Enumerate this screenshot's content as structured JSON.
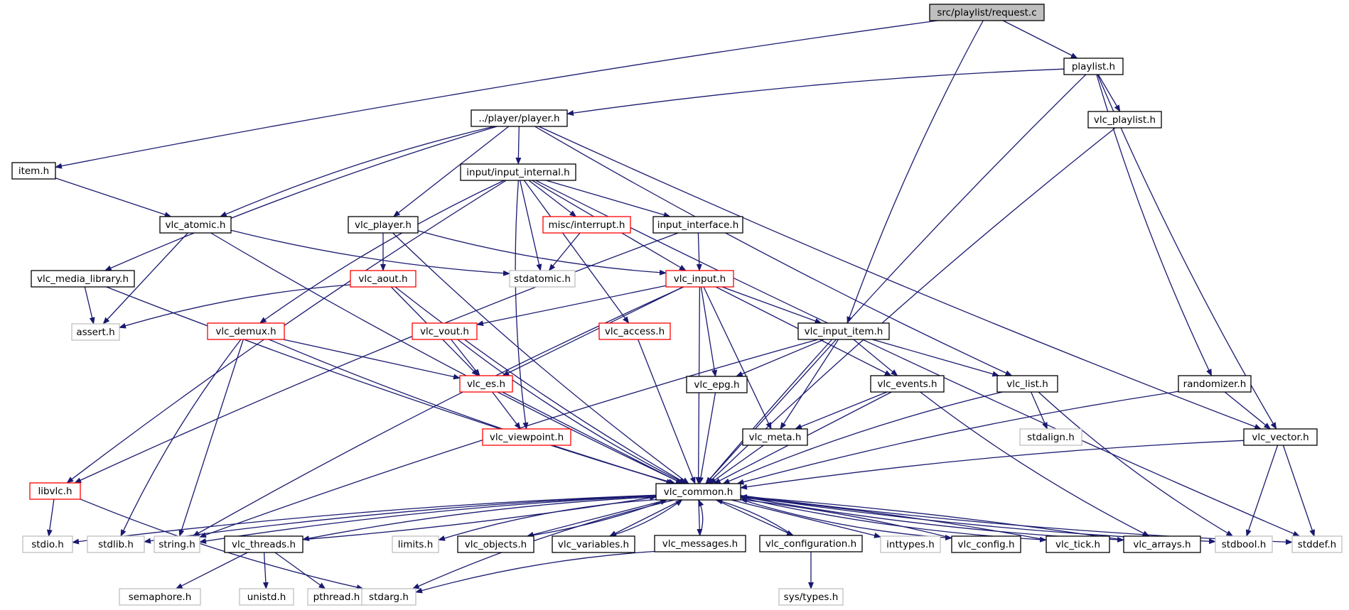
{
  "root": "src/playlist/request.c",
  "nodes": [
    {
      "id": "request_c",
      "label": "src/playlist/request.c",
      "style": "root"
    },
    {
      "id": "playlist_h",
      "label": "playlist.h",
      "style": "normal"
    },
    {
      "id": "player_h",
      "label": "../player/player.h",
      "style": "normal"
    },
    {
      "id": "vlc_playlist_h",
      "label": "vlc_playlist.h",
      "style": "normal"
    },
    {
      "id": "item_h",
      "label": "item.h",
      "style": "normal"
    },
    {
      "id": "input_internal_h",
      "label": "input/input_internal.h",
      "style": "normal"
    },
    {
      "id": "vlc_atomic_h",
      "label": "vlc_atomic.h",
      "style": "normal"
    },
    {
      "id": "vlc_player_h",
      "label": "vlc_player.h",
      "style": "normal"
    },
    {
      "id": "misc_interrupt_h",
      "label": "misc/interrupt.h",
      "style": "truncated"
    },
    {
      "id": "input_interface_h",
      "label": "input_interface.h",
      "style": "normal"
    },
    {
      "id": "vlc_media_library_h",
      "label": "vlc_media_library.h",
      "style": "normal"
    },
    {
      "id": "vlc_aout_h",
      "label": "vlc_aout.h",
      "style": "truncated"
    },
    {
      "id": "stdatomic_h",
      "label": "stdatomic.h",
      "style": "system"
    },
    {
      "id": "vlc_input_h",
      "label": "vlc_input.h",
      "style": "truncated"
    },
    {
      "id": "assert_h",
      "label": "assert.h",
      "style": "system"
    },
    {
      "id": "vlc_demux_h",
      "label": "vlc_demux.h",
      "style": "truncated"
    },
    {
      "id": "vlc_vout_h",
      "label": "vlc_vout.h",
      "style": "truncated"
    },
    {
      "id": "vlc_access_h",
      "label": "vlc_access.h",
      "style": "truncated"
    },
    {
      "id": "vlc_input_item_h",
      "label": "vlc_input_item.h",
      "style": "normal"
    },
    {
      "id": "randomizer_h",
      "label": "randomizer.h",
      "style": "normal"
    },
    {
      "id": "vlc_es_h",
      "label": "vlc_es.h",
      "style": "truncated"
    },
    {
      "id": "vlc_epg_h",
      "label": "vlc_epg.h",
      "style": "normal"
    },
    {
      "id": "vlc_events_h",
      "label": "vlc_events.h",
      "style": "normal"
    },
    {
      "id": "vlc_list_h",
      "label": "vlc_list.h",
      "style": "normal"
    },
    {
      "id": "vlc_viewpoint_h",
      "label": "vlc_viewpoint.h",
      "style": "truncated"
    },
    {
      "id": "vlc_meta_h",
      "label": "vlc_meta.h",
      "style": "normal"
    },
    {
      "id": "stdalign_h",
      "label": "stdalign.h",
      "style": "system"
    },
    {
      "id": "vlc_vector_h",
      "label": "vlc_vector.h",
      "style": "normal"
    },
    {
      "id": "libvlc_h",
      "label": "libvlc.h",
      "style": "truncated"
    },
    {
      "id": "vlc_common_h",
      "label": "vlc_common.h",
      "style": "normal"
    },
    {
      "id": "stdio_h",
      "label": "stdio.h",
      "style": "system"
    },
    {
      "id": "stdlib_h",
      "label": "stdlib.h",
      "style": "system"
    },
    {
      "id": "string_h",
      "label": "string.h",
      "style": "system"
    },
    {
      "id": "vlc_threads_h",
      "label": "vlc_threads.h",
      "style": "normal"
    },
    {
      "id": "limits_h",
      "label": "limits.h",
      "style": "system"
    },
    {
      "id": "vlc_objects_h",
      "label": "vlc_objects.h",
      "style": "normal"
    },
    {
      "id": "vlc_variables_h",
      "label": "vlc_variables.h",
      "style": "normal"
    },
    {
      "id": "vlc_messages_h",
      "label": "vlc_messages.h",
      "style": "normal"
    },
    {
      "id": "vlc_configuration_h",
      "label": "vlc_configuration.h",
      "style": "normal"
    },
    {
      "id": "inttypes_h",
      "label": "inttypes.h",
      "style": "system"
    },
    {
      "id": "vlc_config_h",
      "label": "vlc_config.h",
      "style": "normal"
    },
    {
      "id": "vlc_tick_h",
      "label": "vlc_tick.h",
      "style": "normal"
    },
    {
      "id": "vlc_arrays_h",
      "label": "vlc_arrays.h",
      "style": "normal"
    },
    {
      "id": "stdbool_h",
      "label": "stdbool.h",
      "style": "system"
    },
    {
      "id": "stddef_h",
      "label": "stddef.h",
      "style": "system"
    },
    {
      "id": "semaphore_h",
      "label": "semaphore.h",
      "style": "system"
    },
    {
      "id": "unistd_h",
      "label": "unistd.h",
      "style": "system"
    },
    {
      "id": "pthread_h",
      "label": "pthread.h",
      "style": "system"
    },
    {
      "id": "stdarg_h",
      "label": "stdarg.h",
      "style": "system"
    },
    {
      "id": "sys_types_h",
      "label": "sys/types.h",
      "style": "system"
    }
  ],
  "edges": [
    [
      "request_c",
      "playlist_h"
    ],
    [
      "request_c",
      "item_h"
    ],
    [
      "request_c",
      "vlc_input_item_h"
    ],
    [
      "playlist_h",
      "player_h"
    ],
    [
      "playlist_h",
      "vlc_playlist_h"
    ],
    [
      "playlist_h",
      "randomizer_h"
    ],
    [
      "playlist_h",
      "vlc_vector_h"
    ],
    [
      "playlist_h",
      "vlc_common_h"
    ],
    [
      "player_h",
      "input_internal_h"
    ],
    [
      "player_h",
      "vlc_atomic_h"
    ],
    [
      "player_h",
      "vlc_player_h"
    ],
    [
      "player_h",
      "vlc_media_library_h"
    ],
    [
      "player_h",
      "vlc_list_h"
    ],
    [
      "player_h",
      "vlc_vector_h"
    ],
    [
      "vlc_playlist_h",
      "vlc_common_h"
    ],
    [
      "item_h",
      "vlc_atomic_h"
    ],
    [
      "input_internal_h",
      "misc_interrupt_h"
    ],
    [
      "input_internal_h",
      "input_interface_h"
    ],
    [
      "input_internal_h",
      "stdatomic_h"
    ],
    [
      "input_internal_h",
      "vlc_input_h"
    ],
    [
      "input_internal_h",
      "vlc_demux_h"
    ],
    [
      "input_internal_h",
      "vlc_access_h"
    ],
    [
      "input_internal_h",
      "vlc_viewpoint_h"
    ],
    [
      "input_internal_h",
      "libvlc_h"
    ],
    [
      "input_internal_h",
      "stddef_h"
    ],
    [
      "vlc_atomic_h",
      "assert_h"
    ],
    [
      "vlc_atomic_h",
      "stdatomic_h"
    ],
    [
      "vlc_atomic_h",
      "vlc_common_h"
    ],
    [
      "vlc_player_h",
      "vlc_aout_h"
    ],
    [
      "vlc_player_h",
      "vlc_input_h"
    ],
    [
      "vlc_player_h",
      "vlc_common_h"
    ],
    [
      "misc_interrupt_h",
      "stdatomic_h"
    ],
    [
      "input_interface_h",
      "vlc_input_h"
    ],
    [
      "input_interface_h",
      "libvlc_h"
    ],
    [
      "vlc_media_library_h",
      "assert_h"
    ],
    [
      "vlc_media_library_h",
      "vlc_common_h"
    ],
    [
      "vlc_aout_h",
      "assert_h"
    ],
    [
      "vlc_aout_h",
      "vlc_es_h"
    ],
    [
      "vlc_aout_h",
      "vlc_common_h"
    ],
    [
      "vlc_input_h",
      "vlc_vout_h"
    ],
    [
      "vlc_input_h",
      "vlc_es_h"
    ],
    [
      "vlc_input_h",
      "vlc_input_item_h"
    ],
    [
      "vlc_input_h",
      "vlc_epg_h"
    ],
    [
      "vlc_input_h",
      "vlc_events_h"
    ],
    [
      "vlc_input_h",
      "vlc_meta_h"
    ],
    [
      "vlc_input_h",
      "vlc_common_h"
    ],
    [
      "vlc_input_h",
      "string_h"
    ],
    [
      "vlc_demux_h",
      "vlc_es_h"
    ],
    [
      "vlc_demux_h",
      "vlc_common_h"
    ],
    [
      "vlc_demux_h",
      "stdlib_h"
    ],
    [
      "vlc_demux_h",
      "string_h"
    ],
    [
      "vlc_vout_h",
      "vlc_es_h"
    ],
    [
      "vlc_vout_h",
      "vlc_common_h"
    ],
    [
      "vlc_access_h",
      "vlc_common_h"
    ],
    [
      "vlc_input_item_h",
      "vlc_epg_h"
    ],
    [
      "vlc_input_item_h",
      "vlc_events_h"
    ],
    [
      "vlc_input_item_h",
      "vlc_list_h"
    ],
    [
      "vlc_input_item_h",
      "vlc_meta_h"
    ],
    [
      "vlc_input_item_h",
      "vlc_common_h"
    ],
    [
      "vlc_input_item_h",
      "string_h"
    ],
    [
      "randomizer_h",
      "vlc_vector_h"
    ],
    [
      "randomizer_h",
      "vlc_common_h"
    ],
    [
      "vlc_es_h",
      "vlc_viewpoint_h"
    ],
    [
      "vlc_es_h",
      "vlc_common_h"
    ],
    [
      "vlc_epg_h",
      "vlc_common_h"
    ],
    [
      "vlc_events_h",
      "vlc_meta_h"
    ],
    [
      "vlc_events_h",
      "vlc_common_h"
    ],
    [
      "vlc_events_h",
      "vlc_arrays_h"
    ],
    [
      "vlc_list_h",
      "stdalign_h"
    ],
    [
      "vlc_list_h",
      "vlc_common_h"
    ],
    [
      "vlc_list_h",
      "stdbool_h"
    ],
    [
      "vlc_viewpoint_h",
      "vlc_common_h"
    ],
    [
      "vlc_meta_h",
      "vlc_common_h"
    ],
    [
      "vlc_vector_h",
      "vlc_common_h"
    ],
    [
      "vlc_vector_h",
      "stdbool_h"
    ],
    [
      "vlc_vector_h",
      "stddef_h"
    ],
    [
      "libvlc_h",
      "stdio_h"
    ],
    [
      "libvlc_h",
      "stdarg_h"
    ],
    [
      "vlc_common_h",
      "stdio_h"
    ],
    [
      "vlc_common_h",
      "stdlib_h"
    ],
    [
      "vlc_common_h",
      "string_h"
    ],
    [
      "vlc_common_h",
      "vlc_threads_h"
    ],
    [
      "vlc_common_h",
      "limits_h"
    ],
    [
      "vlc_common_h",
      "vlc_objects_h"
    ],
    [
      "vlc_common_h",
      "vlc_variables_h"
    ],
    [
      "vlc_common_h",
      "vlc_messages_h"
    ],
    [
      "vlc_common_h",
      "vlc_configuration_h"
    ],
    [
      "vlc_common_h",
      "inttypes_h"
    ],
    [
      "vlc_common_h",
      "vlc_config_h"
    ],
    [
      "vlc_common_h",
      "vlc_tick_h"
    ],
    [
      "vlc_common_h",
      "vlc_arrays_h"
    ],
    [
      "vlc_common_h",
      "stdbool_h"
    ],
    [
      "vlc_common_h",
      "stddef_h"
    ],
    [
      "vlc_common_h",
      "stdarg_h"
    ],
    [
      "vlc_threads_h",
      "vlc_common_h"
    ],
    [
      "vlc_threads_h",
      "semaphore_h"
    ],
    [
      "vlc_threads_h",
      "unistd_h"
    ],
    [
      "vlc_threads_h",
      "pthread_h"
    ],
    [
      "vlc_objects_h",
      "vlc_common_h"
    ],
    [
      "vlc_variables_h",
      "vlc_common_h"
    ],
    [
      "vlc_messages_h",
      "vlc_common_h"
    ],
    [
      "vlc_messages_h",
      "stdarg_h"
    ],
    [
      "vlc_configuration_h",
      "vlc_common_h"
    ],
    [
      "vlc_configuration_h",
      "sys_types_h"
    ],
    [
      "vlc_config_h",
      "vlc_common_h"
    ],
    [
      "vlc_tick_h",
      "vlc_common_h"
    ],
    [
      "vlc_arrays_h",
      "vlc_common_h"
    ]
  ],
  "colors": {
    "edge": "#191970",
    "normal_border": "#000000",
    "truncated_border": "#ff0000",
    "system_border": "#bfbfbf",
    "root_fill": "#bfbfbf",
    "text": "#000000",
    "system_text": "#000000"
  }
}
